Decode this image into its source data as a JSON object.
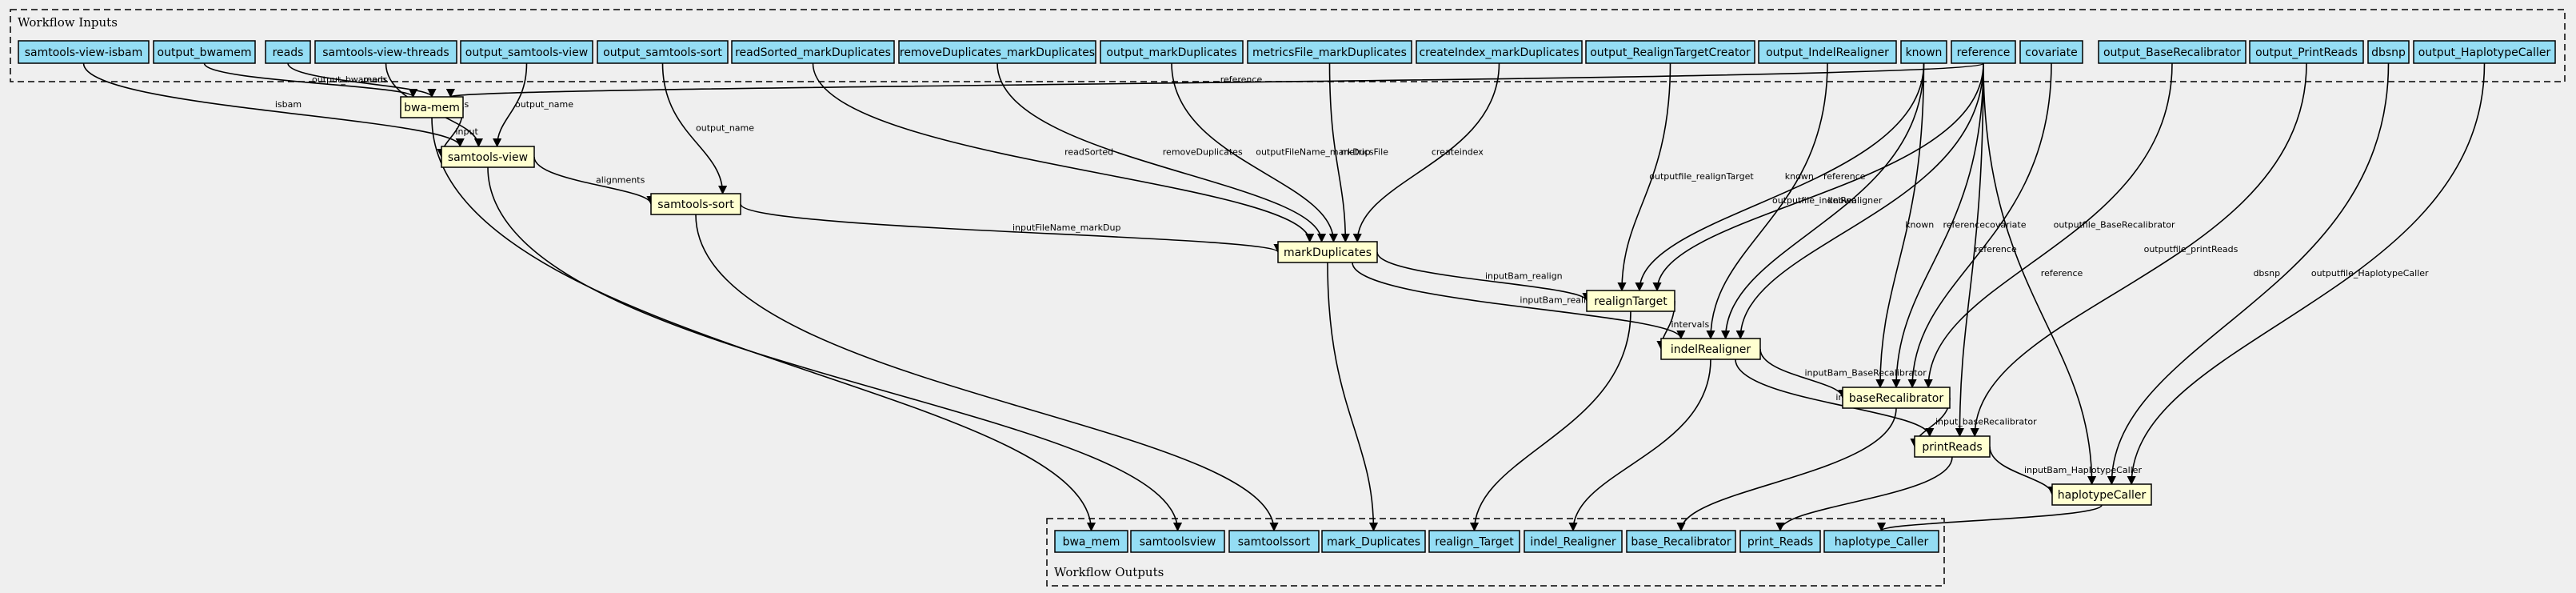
{
  "clusters": {
    "inputs_label": "Workflow Inputs",
    "outputs_label": "Workflow Outputs"
  },
  "colors": {
    "input": "#94ddf4",
    "output": "#94ddf4",
    "step": "#ffffd0",
    "background": "#efefef"
  },
  "inputs": [
    {
      "id": "samtools-view-isbam",
      "label": "samtools-view-isbam"
    },
    {
      "id": "output_bwamem",
      "label": "output_bwamem"
    },
    {
      "id": "reads",
      "label": "reads"
    },
    {
      "id": "samtools-view-threads",
      "label": "samtools-view-threads"
    },
    {
      "id": "output_samtools-view",
      "label": "output_samtools-view"
    },
    {
      "id": "output_samtools-sort",
      "label": "output_samtools-sort"
    },
    {
      "id": "readSorted_markDuplicates",
      "label": "readSorted_markDuplicates"
    },
    {
      "id": "removeDuplicates_markDuplicates",
      "label": "removeDuplicates_markDuplicates"
    },
    {
      "id": "output_markDuplicates",
      "label": "output_markDuplicates"
    },
    {
      "id": "metricsFile_markDuplicates",
      "label": "metricsFile_markDuplicates"
    },
    {
      "id": "createIndex_markDuplicates",
      "label": "createIndex_markDuplicates"
    },
    {
      "id": "output_RealignTargetCreator",
      "label": "output_RealignTargetCreator"
    },
    {
      "id": "output_IndelRealigner",
      "label": "output_IndelRealigner"
    },
    {
      "id": "known",
      "label": "known"
    },
    {
      "id": "reference",
      "label": "reference"
    },
    {
      "id": "covariate",
      "label": "covariate"
    },
    {
      "id": "output_BaseRecalibrator",
      "label": "output_BaseRecalibrator"
    },
    {
      "id": "output_PrintReads",
      "label": "output_PrintReads"
    },
    {
      "id": "dbsnp",
      "label": "dbsnp"
    },
    {
      "id": "output_HaplotypeCaller",
      "label": "output_HaplotypeCaller"
    }
  ],
  "steps": [
    {
      "id": "bwa-mem",
      "label": "bwa-mem"
    },
    {
      "id": "samtools-view",
      "label": "samtools-view"
    },
    {
      "id": "samtools-sort",
      "label": "samtools-sort"
    },
    {
      "id": "markDuplicates",
      "label": "markDuplicates"
    },
    {
      "id": "realignTarget",
      "label": "realignTarget"
    },
    {
      "id": "indelRealigner",
      "label": "indelRealigner"
    },
    {
      "id": "baseRecalibrator",
      "label": "baseRecalibrator"
    },
    {
      "id": "printReads",
      "label": "printReads"
    },
    {
      "id": "haplotypeCaller",
      "label": "haplotypeCaller"
    }
  ],
  "outputs": [
    {
      "id": "bwa_mem",
      "label": "bwa_mem"
    },
    {
      "id": "samtoolsview",
      "label": "samtoolsview"
    },
    {
      "id": "samtoolssort",
      "label": "samtoolssort"
    },
    {
      "id": "mark_Duplicates",
      "label": "mark_Duplicates"
    },
    {
      "id": "realign_Target",
      "label": "realign_Target"
    },
    {
      "id": "indel_Realigner",
      "label": "indel_Realigner"
    },
    {
      "id": "base_Recalibrator",
      "label": "base_Recalibrator"
    },
    {
      "id": "print_Reads",
      "label": "print_Reads"
    },
    {
      "id": "haplotype_Caller",
      "label": "haplotype_Caller"
    }
  ],
  "edges": [
    {
      "from": "output_bwamem",
      "to": "bwa-mem",
      "label": "output_bwamem"
    },
    {
      "from": "reads",
      "to": "bwa-mem",
      "label": "reads"
    },
    {
      "from": "reference",
      "to": "bwa-mem",
      "label": "reference"
    },
    {
      "from": "samtools-view-isbam",
      "to": "samtools-view",
      "label": "isbam"
    },
    {
      "from": "samtools-view-threads",
      "to": "samtools-view",
      "label": "threads"
    },
    {
      "from": "output_samtools-view",
      "to": "samtools-view",
      "label": "output_name"
    },
    {
      "from": "bwa-mem",
      "to": "samtools-view",
      "label": "input"
    },
    {
      "from": "samtools-view",
      "to": "samtools-sort",
      "label": "alignments"
    },
    {
      "from": "output_samtools-sort",
      "to": "samtools-sort",
      "label": "output_name"
    },
    {
      "from": "samtools-sort",
      "to": "markDuplicates",
      "label": "inputFileName_markDup"
    },
    {
      "from": "readSorted_markDuplicates",
      "to": "markDuplicates",
      "label": "readSorted"
    },
    {
      "from": "removeDuplicates_markDuplicates",
      "to": "markDuplicates",
      "label": "removeDuplicates"
    },
    {
      "from": "output_markDuplicates",
      "to": "markDuplicates",
      "label": "outputFileName_markDup"
    },
    {
      "from": "metricsFile_markDuplicates",
      "to": "markDuplicates",
      "label": "metricsFile"
    },
    {
      "from": "createIndex_markDuplicates",
      "to": "markDuplicates",
      "label": "createindex"
    },
    {
      "from": "markDuplicates",
      "to": "realignTarget",
      "label": "inputBam_realign"
    },
    {
      "from": "output_RealignTargetCreator",
      "to": "realignTarget",
      "label": "outputfile_realignTarget"
    },
    {
      "from": "known",
      "to": "realignTarget",
      "label": "known"
    },
    {
      "from": "reference",
      "to": "realignTarget",
      "label": "reference"
    },
    {
      "from": "markDuplicates",
      "to": "indelRealigner",
      "label": "inputBam_realign"
    },
    {
      "from": "realignTarget",
      "to": "indelRealigner",
      "label": "intervals"
    },
    {
      "from": "output_IndelRealigner",
      "to": "indelRealigner",
      "label": "outputfile_indelRealigner"
    },
    {
      "from": "known",
      "to": "indelRealigner",
      "label": "known"
    },
    {
      "from": "reference",
      "to": "indelRealigner",
      "label": ""
    },
    {
      "from": "indelRealigner",
      "to": "baseRecalibrator",
      "label": "inputBam_BaseRecalibrator"
    },
    {
      "from": "known",
      "to": "baseRecalibrator",
      "label": "known"
    },
    {
      "from": "reference",
      "to": "baseRecalibrator",
      "label": "reference"
    },
    {
      "from": "covariate",
      "to": "baseRecalibrator",
      "label": "covariate"
    },
    {
      "from": "output_BaseRecalibrator",
      "to": "baseRecalibrator",
      "label": "outputfile_BaseRecalibrator"
    },
    {
      "from": "indelRealigner",
      "to": "printReads",
      "label": "inputBam_printReads"
    },
    {
      "from": "baseRecalibrator",
      "to": "printReads",
      "label": "input_baseRecalibrator"
    },
    {
      "from": "reference",
      "to": "printReads",
      "label": "reference"
    },
    {
      "from": "output_PrintReads",
      "to": "printReads",
      "label": "outputfile_printReads"
    },
    {
      "from": "printReads",
      "to": "haplotypeCaller",
      "label": "inputBam_HaplotypeCaller"
    },
    {
      "from": "reference",
      "to": "haplotypeCaller",
      "label": "reference"
    },
    {
      "from": "dbsnp",
      "to": "haplotypeCaller",
      "label": "dbsnp"
    },
    {
      "from": "output_HaplotypeCaller",
      "to": "haplotypeCaller",
      "label": "outputfile_HaplotypeCaller"
    },
    {
      "from": "bwa-mem",
      "to": "bwa_mem",
      "label": ""
    },
    {
      "from": "samtools-view",
      "to": "samtoolsview",
      "label": ""
    },
    {
      "from": "samtools-sort",
      "to": "samtoolssort",
      "label": ""
    },
    {
      "from": "markDuplicates",
      "to": "mark_Duplicates",
      "label": ""
    },
    {
      "from": "realignTarget",
      "to": "realign_Target",
      "label": ""
    },
    {
      "from": "indelRealigner",
      "to": "indel_Realigner",
      "label": ""
    },
    {
      "from": "baseRecalibrator",
      "to": "base_Recalibrator",
      "label": ""
    },
    {
      "from": "printReads",
      "to": "print_Reads",
      "label": ""
    },
    {
      "from": "haplotypeCaller",
      "to": "haplotype_Caller",
      "label": ""
    }
  ]
}
